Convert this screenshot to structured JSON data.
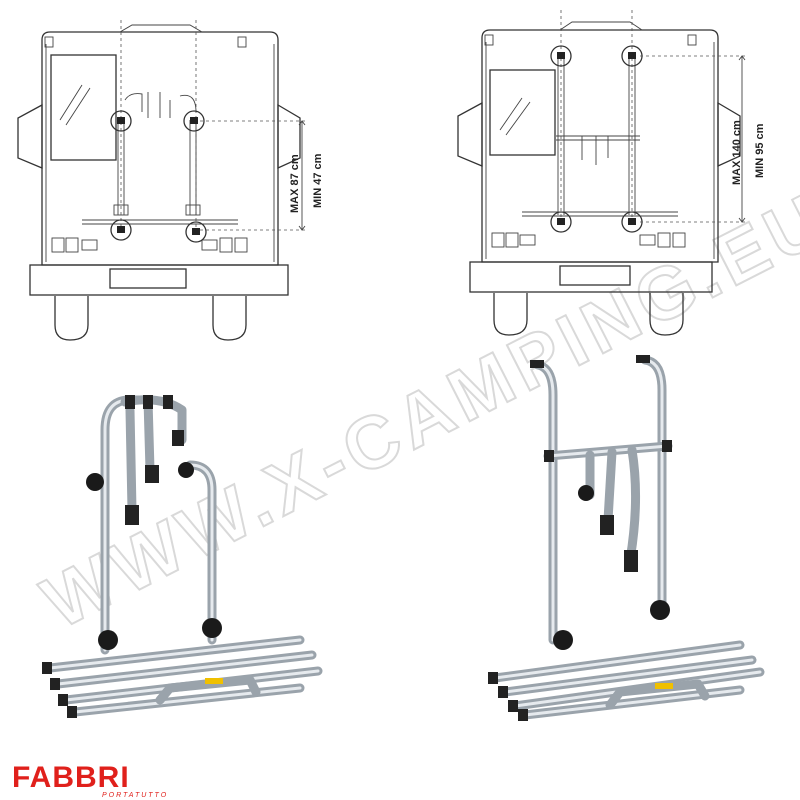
{
  "watermark": "WWW.X-CAMPING.EU",
  "brand": {
    "name": "FABBRI",
    "tagline": "PORTATUTTO",
    "color": "#e0201b"
  },
  "diagrams": [
    {
      "max_label": "MAX 87 cm",
      "min_label": "MIN 47 cm"
    },
    {
      "max_label": "MAX 140 cm",
      "min_label": "MIN 95 cm"
    }
  ]
}
